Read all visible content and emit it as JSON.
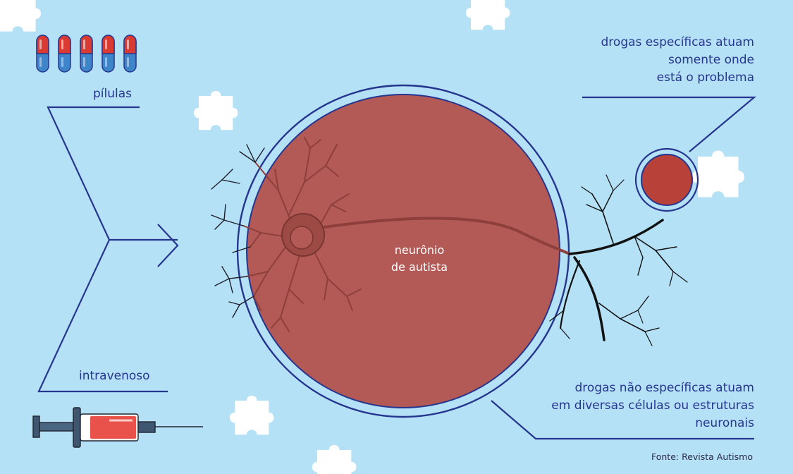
{
  "labels": {
    "pills": "pílulas",
    "intravenous": "intravenoso",
    "specific_line1": "drogas específicas atuam",
    "specific_line2": "somente onde",
    "specific_line3": "está o problema",
    "nonspecific_line1": "drogas não específicas atuam",
    "nonspecific_line2": "em diversas células ou estruturas",
    "nonspecific_line3": "neuronais",
    "neuron_line1": "neurônio",
    "neuron_line2": "de autista",
    "source": "Fonte: Revista Autismo"
  },
  "colors": {
    "background": "#b5e1f6",
    "line": "#26368f",
    "neuron_fill": "#b35a56",
    "neuron_dark": "#8f3f3b",
    "target_cell": "#b8413a",
    "capsule_top": "#d93b32",
    "capsule_bottom": "#3d84c8",
    "puzzle": "#ffffff",
    "syringe_fluid": "#e8524a",
    "syringe_barrel": "#3f5670"
  },
  "icons": [
    "pill-capsule-icon",
    "syringe-icon",
    "puzzle-piece-icon"
  ]
}
